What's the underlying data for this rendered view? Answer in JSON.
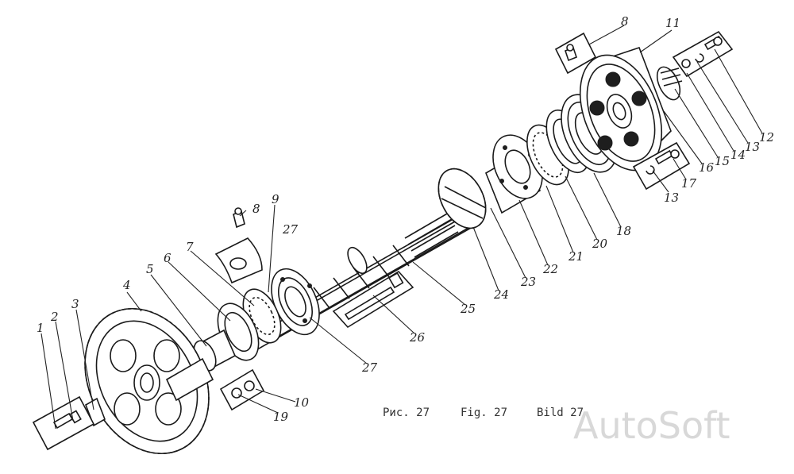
{
  "labels": [
    "1",
    "2",
    "3",
    "4",
    "5",
    "6",
    "7",
    "8",
    "8",
    "9",
    "10",
    "11",
    "12",
    "13",
    "13",
    "14",
    "15",
    "16",
    "17",
    "18",
    "19",
    "20",
    "21",
    "22",
    "23",
    "24",
    "25",
    "26",
    "27",
    "27"
  ],
  "caption": {
    "ru": "Рис. 27",
    "en": "Fig. 27",
    "de": "Bild 27"
  },
  "watermark": "AutoSoft"
}
